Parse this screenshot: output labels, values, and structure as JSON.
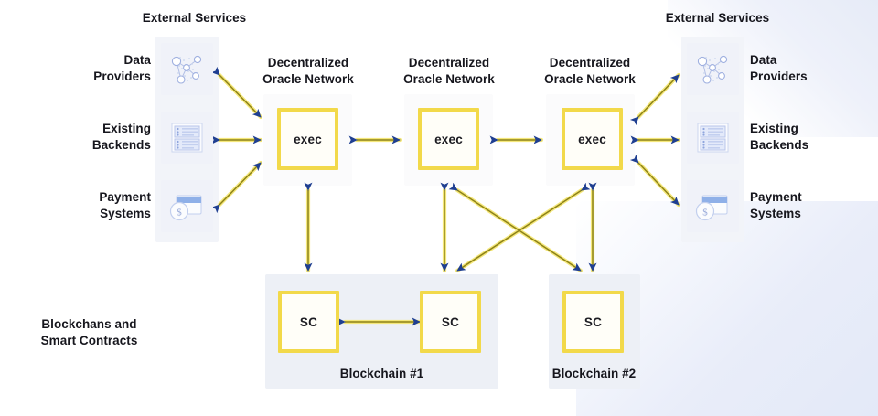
{
  "diagram": {
    "title_left": "External Services",
    "title_right": "External Services",
    "bottom_left_label": "Blockchans and\nSmart Contracts",
    "colors": {
      "box_border": "#f2d94a",
      "arrow_shaft": "#8d8218",
      "arrow_shaft_glow": "#f4e77a",
      "arrow_head": "#1f3f91",
      "panel_bg": "#eef1f7",
      "odn_panel_bg": "#fbfbfc",
      "icon_tile_bg": "#f0f2f9",
      "text": "#16161d",
      "icon_blue": "#aab8e2",
      "icon_blue_strong": "#5b79d6"
    }
  },
  "external_services_left": {
    "heading": "External Services",
    "items": [
      {
        "label": "Data\nProviders",
        "icon": "network-graph-icon"
      },
      {
        "label": "Existing\nBackends",
        "icon": "server-rack-icon"
      },
      {
        "label": "Payment\nSystems",
        "icon": "credit-card-dollar-icon"
      }
    ]
  },
  "external_services_right": {
    "heading": "External Services",
    "items": [
      {
        "label": "Data\nProviders",
        "icon": "network-graph-icon"
      },
      {
        "label": "Existing\nBackends",
        "icon": "server-rack-icon"
      },
      {
        "label": "Payment\nSystems",
        "icon": "credit-card-dollar-icon"
      }
    ]
  },
  "oracle_networks": [
    {
      "heading": "Decentralized\nOracle Network",
      "node_label": "exec"
    },
    {
      "heading": "Decentralized\nOracle Network",
      "node_label": "exec"
    },
    {
      "heading": "Decentralized\nOracle Network",
      "node_label": "exec"
    }
  ],
  "blockchains": [
    {
      "name": "Blockchain #1",
      "contracts": [
        {
          "label": "SC"
        },
        {
          "label": "SC"
        }
      ]
    },
    {
      "name": "Blockchain #2",
      "contracts": [
        {
          "label": "SC"
        }
      ]
    }
  ],
  "section_labels": {
    "blockchain_group": "Blockchans and\nSmart Contracts"
  }
}
